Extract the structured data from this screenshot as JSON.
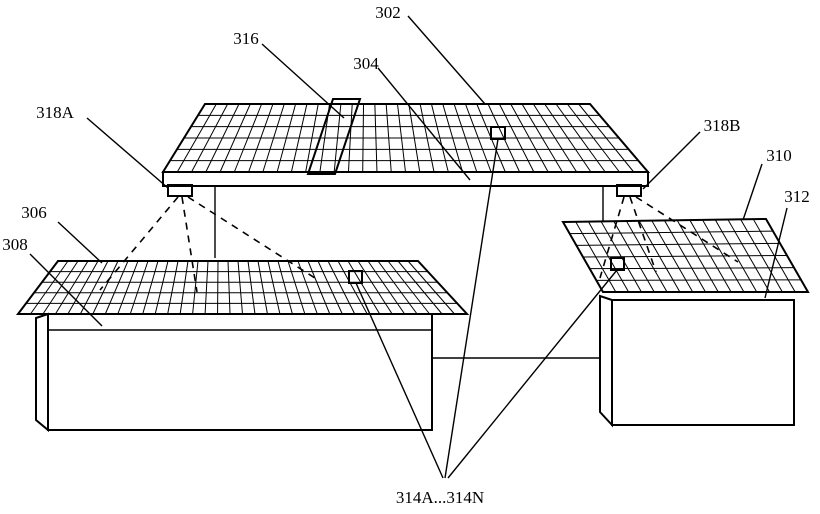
{
  "labels": {
    "l302": "302",
    "l304": "304",
    "l306": "306",
    "l308": "308",
    "l310": "310",
    "l312": "312",
    "l316": "316",
    "l318A": "318A",
    "l318B": "318B",
    "l314": "314A...314N"
  },
  "colors": {
    "line": "#000000",
    "background": "#ffffff",
    "solar_strip": "#e8e8e8"
  }
}
